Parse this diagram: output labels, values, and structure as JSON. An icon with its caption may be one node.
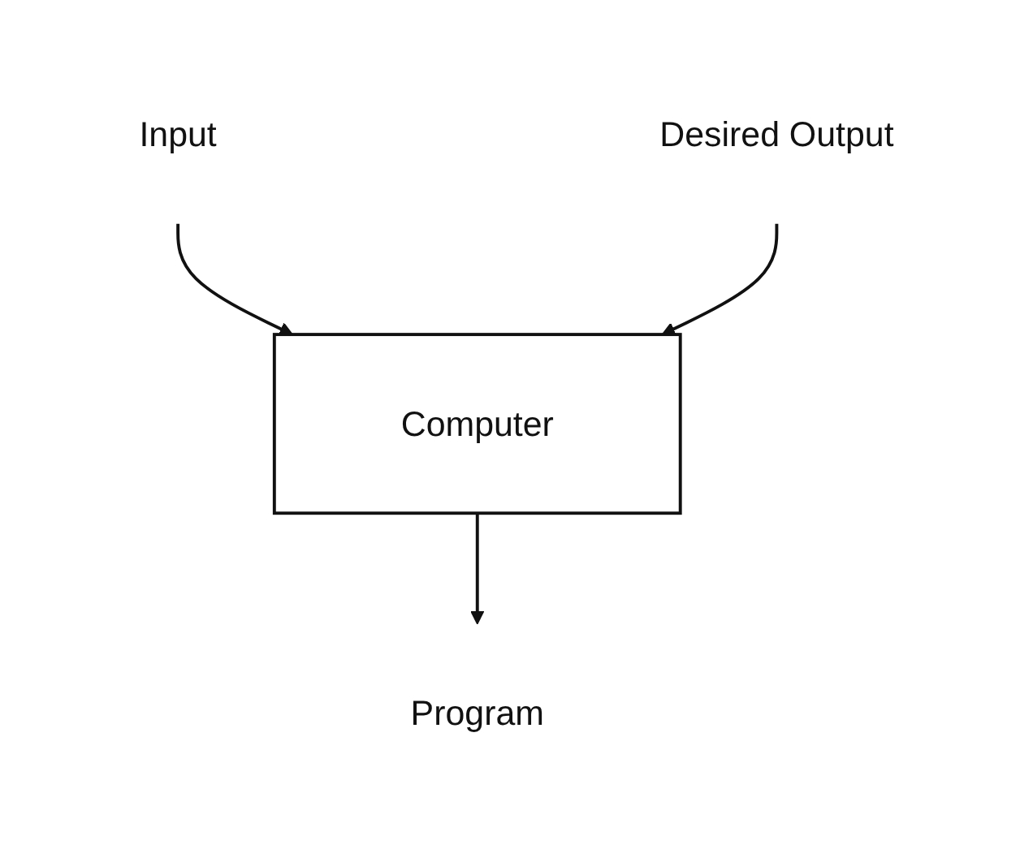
{
  "diagram": {
    "nodes": [
      {
        "text": [
          "Input"
        ]
      },
      {
        "text": [
          "Desired Output"
        ]
      },
      {
        "text": [
          "Computer"
        ]
      },
      {
        "text": [
          "Program"
        ]
      }
    ],
    "edges": [
      {
        "from": 0,
        "to": 2,
        "arrow": "to"
      },
      {
        "from": 1,
        "to": 2,
        "arrow": "to"
      },
      {
        "from": 2,
        "to": 3,
        "arrow": "to"
      }
    ]
  }
}
